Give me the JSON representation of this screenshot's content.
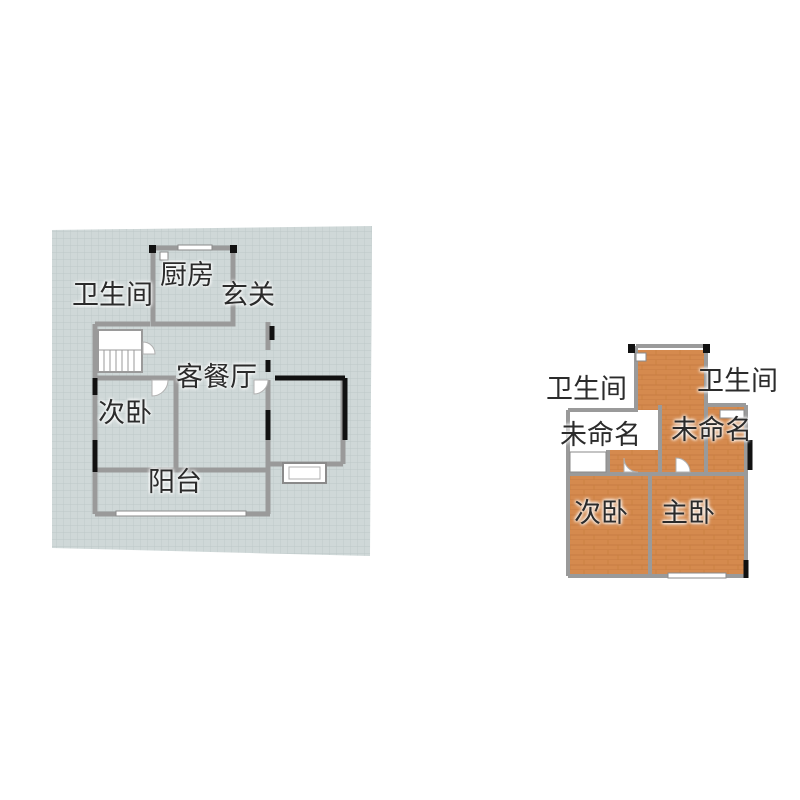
{
  "plan_left": {
    "rooms": {
      "kitchen": "厨房",
      "bathroom": "卫生间",
      "entrance": "玄关",
      "living_dining": "客餐厅",
      "second_bedroom": "次卧",
      "balcony": "阳台"
    }
  },
  "plan_right": {
    "rooms": {
      "bathroom_a": "卫生间",
      "bathroom_b": "卫生间",
      "unnamed_a": "未命名",
      "unnamed_b": "未命名",
      "second_bedroom": "次卧",
      "master_bedroom": "主卧"
    }
  },
  "colors": {
    "grid_floor": "#cfd8d8",
    "grid_line": "#b9c4c4",
    "wall": "#9a9a9a",
    "wall_dark": "#111111",
    "wood_floor": "#d58a4e",
    "label": "#2b2b2b"
  }
}
